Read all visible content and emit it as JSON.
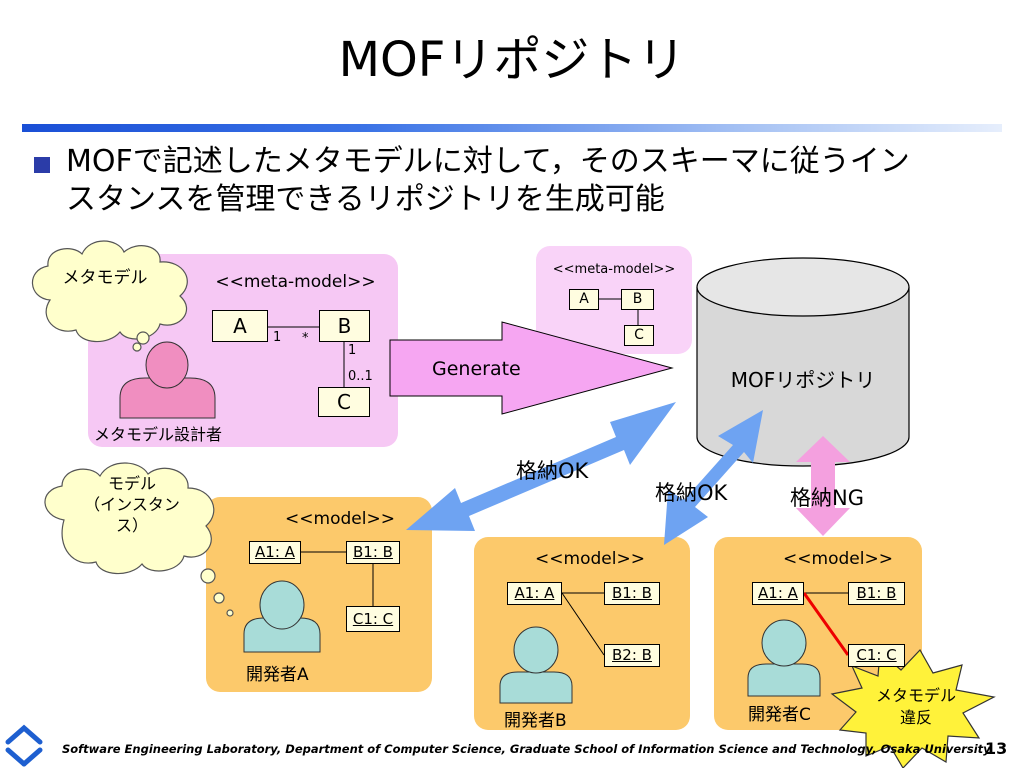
{
  "slide": {
    "title": "MOFリポジトリ",
    "bullet_line1": "MOFで記述したメタモデルに対して，そのスキーマに従うイン",
    "bullet_line2": "スタンスを管理できるリポジトリを生成可能",
    "page_number": "13",
    "footer": "Software Engineering Laboratory,  Department of Computer Science,  Graduate School of Information Science and Technology,  Osaka University"
  },
  "meta_panel": {
    "stereotype": "<<meta-model>>",
    "class_a": "A",
    "class_b": "B",
    "class_c": "C",
    "mult_a": "1",
    "mult_b": "*",
    "mult_bc_top": "1",
    "mult_bc_bottom": "0..1",
    "designer_label": "メタモデル設計者",
    "cloud_text": "メタモデル"
  },
  "generate_label": "Generate",
  "repo_meta": {
    "stereotype": "<<meta-model>>",
    "class_a": "A",
    "class_b": "B",
    "class_c": "C"
  },
  "repository_label": "MOFリポジトリ",
  "store_ok_1": "格納OK",
  "store_ok_2": "格納OK",
  "store_ng": "格納NG",
  "dev_a": {
    "stereotype": "<<model>>",
    "obj_a1": "A1: A",
    "obj_b1": "B1: B",
    "obj_c1": "C1: C",
    "label": "開発者A",
    "cloud_line1": "モデル",
    "cloud_line2": "（インスタン",
    "cloud_line3": "ス）"
  },
  "dev_b": {
    "stereotype": "<<model>>",
    "obj_a1": "A1: A",
    "obj_b1": "B1: B",
    "obj_b2": "B2: B",
    "label": "開発者B"
  },
  "dev_c": {
    "stereotype": "<<model>>",
    "obj_a1": "A1: A",
    "obj_b1": "B1: B",
    "obj_c1": "C1: C",
    "label": "開発者C"
  },
  "violation": {
    "line1": "メタモデル",
    "line2": "違反"
  },
  "colors": {
    "meta_panel": "#f6c8f4",
    "model_panel": "#fcc96b",
    "arrow_blue": "#6ea3f2",
    "arrow_pink": "#f4a0df",
    "star_yellow": "#fff23a",
    "person_pink": "#f08ec0",
    "person_teal": "#a8dcd8",
    "cylinder": "#d8d8d8"
  }
}
